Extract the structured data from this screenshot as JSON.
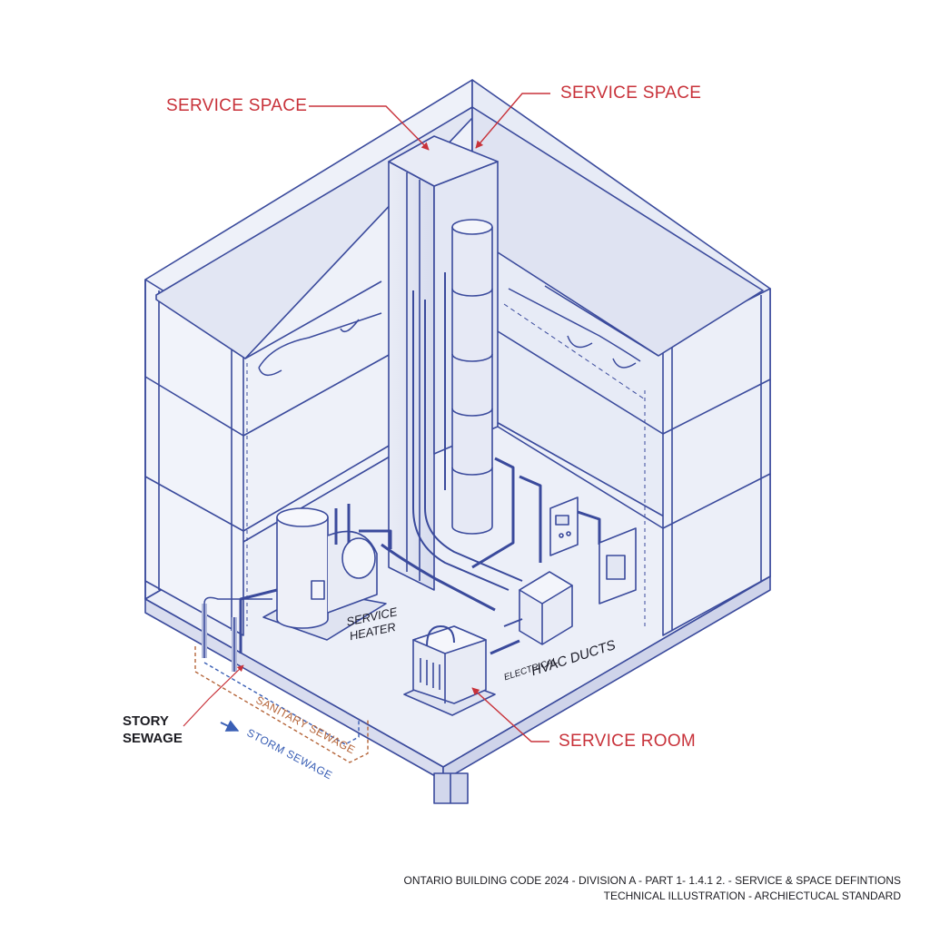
{
  "labels": {
    "service_space_left": "SERVICE SPACE",
    "service_space_right": "SERVICE SPACE",
    "service_room": "SERVICE ROOM",
    "service_heater": "SERVICE\nHEATER",
    "electrical": "ELECTRICAL",
    "hvac_ducts": "HVAC DUCTS",
    "story_sewage": "STORY\nSEWAGE",
    "sanitary_sewage": "SANITARY SEWAGE",
    "storm_sewage": "STORM SEWAGE"
  },
  "footer": {
    "line1": "ONTARIO BUILDING CODE 2024 - DIVISION A - PART 1- 1.4.1 2. - SERVICE & SPACE DEFINTIONS",
    "line2": "TECHNICAL ILLUSTRATION - ARCHIECTUCAL STANDARD"
  },
  "colors": {
    "line": "#3a4a9c",
    "label_red": "#c8323a",
    "sanitary": "#b5653a",
    "storm": "#3a5fb5"
  }
}
